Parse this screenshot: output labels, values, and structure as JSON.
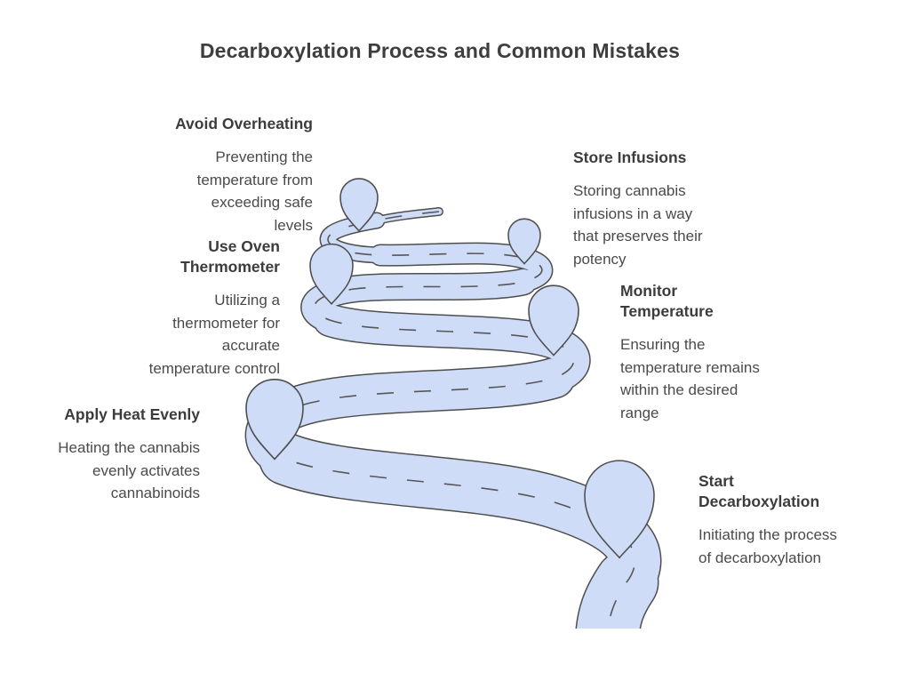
{
  "title": "Decarboxylation Process and Common Mistakes",
  "diagram": {
    "type": "winding-road-timeline",
    "colors": {
      "road_fill": "#cedcf8",
      "road_outline": "#4e4e4e",
      "pin_fill": "#cedcf8",
      "pin_outline": "#4e4e4e",
      "dash_line": "#565656",
      "heading_text": "#3c3c3c",
      "body_text": "#4a4a4a",
      "background": "#ffffff"
    },
    "milestones": [
      {
        "id": "avoid-overheating",
        "side": "left",
        "heading": "Avoid Overheating",
        "body": "Preventing the\ntemperature from\nexceeding safe\nlevels"
      },
      {
        "id": "store-infusions",
        "side": "right",
        "heading": "Store Infusions",
        "body": "Storing cannabis\ninfusions in a way\nthat preserves their\npotency"
      },
      {
        "id": "use-oven-thermometer",
        "side": "left",
        "heading": "Use Oven\nThermometer",
        "body": "Utilizing a\nthermometer for\naccurate\ntemperature control"
      },
      {
        "id": "monitor-temperature",
        "side": "right",
        "heading": "Monitor\nTemperature",
        "body": "Ensuring the\ntemperature remains\nwithin the desired\nrange"
      },
      {
        "id": "apply-heat-evenly",
        "side": "left",
        "heading": "Apply Heat Evenly",
        "body": "Heating the cannabis\nevenly activates\ncannabinoids"
      },
      {
        "id": "start-decarboxylation",
        "side": "right",
        "heading": "Start\nDecarboxylation",
        "body": "Initiating the process\nof decarboxylation"
      }
    ]
  }
}
